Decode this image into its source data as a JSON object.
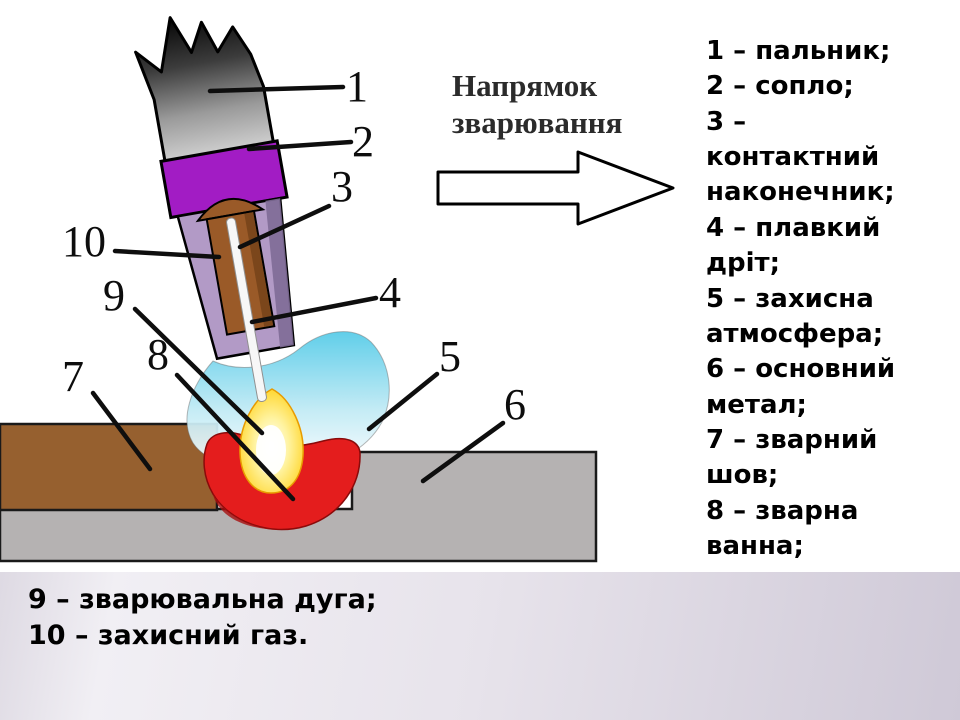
{
  "direction": {
    "line1": "Напрямок",
    "line2": "зварювання"
  },
  "callouts": [
    "1",
    "2",
    "3",
    "4",
    "5",
    "6",
    "7",
    "8",
    "9",
    "10"
  ],
  "legend": {
    "items": [
      "1 – пальник;",
      "2 – сопло;",
      "3 – контактний наконечник;",
      "4 – плавкий дріт;",
      "5 – захисна атмосфера;",
      "6 – основний метал;",
      "7 – зварний шов;",
      "8 – зварна ванна;"
    ]
  },
  "footer": {
    "line1": "9 – зварювальна дуга;",
    "line2": "10 – захисний газ."
  },
  "colors": {
    "nozzle": "#a21cc4",
    "nozzle_shell": "#b29ac6",
    "contact_tip": "#9a5a28",
    "wire": "#f7f7f7",
    "shielding_gas": "#55cbe8",
    "base_metal": "#b5b2b2",
    "weld_seam": "#96602f",
    "weld_pool": "#e41d1d",
    "arc_outer": "#ffd21e",
    "arc_inner": "#ffffff"
  }
}
